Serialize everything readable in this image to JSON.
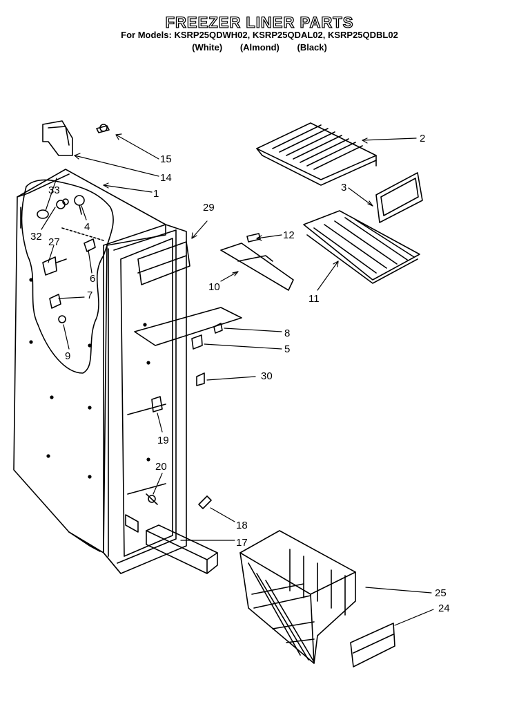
{
  "title": "FREEZER LINER PARTS",
  "models_line": "For Models: KSRP25QDWH02, KSRP25QDAL02, KSRP25QDBL02",
  "color_variants": [
    "(White)",
    "(Almond)",
    "(Black)"
  ],
  "callouts": [
    "1",
    "2",
    "3",
    "4",
    "5",
    "6",
    "7",
    "8",
    "9",
    "10",
    "11",
    "12",
    "14",
    "15",
    "17",
    "18",
    "19",
    "20",
    "24",
    "25",
    "27",
    "29",
    "30",
    "32",
    "33"
  ]
}
